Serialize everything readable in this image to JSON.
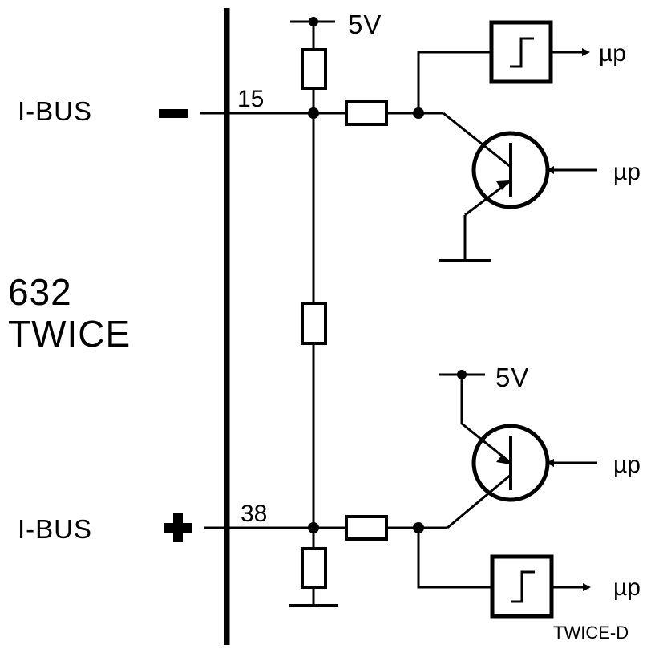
{
  "module": {
    "name_line1": "632",
    "name_line2": "TWICE"
  },
  "bus_minus": {
    "label": "I-BUS",
    "pin": "15"
  },
  "bus_plus": {
    "label": "I-BUS",
    "pin": "38"
  },
  "supply": {
    "top": "5V",
    "bottom": "5V"
  },
  "uc_labels": {
    "schmitt_top": "µp",
    "transistor_top": "µp",
    "transistor_bottom": "µp",
    "schmitt_bottom": "µp"
  },
  "figure_id": "TWICE-D",
  "colors": {
    "ink": "#000000",
    "paper": "#ffffff"
  },
  "icons": {
    "minus": "minus-sign",
    "plus": "plus-sign",
    "schmitt": "schmitt-trigger-symbol"
  }
}
